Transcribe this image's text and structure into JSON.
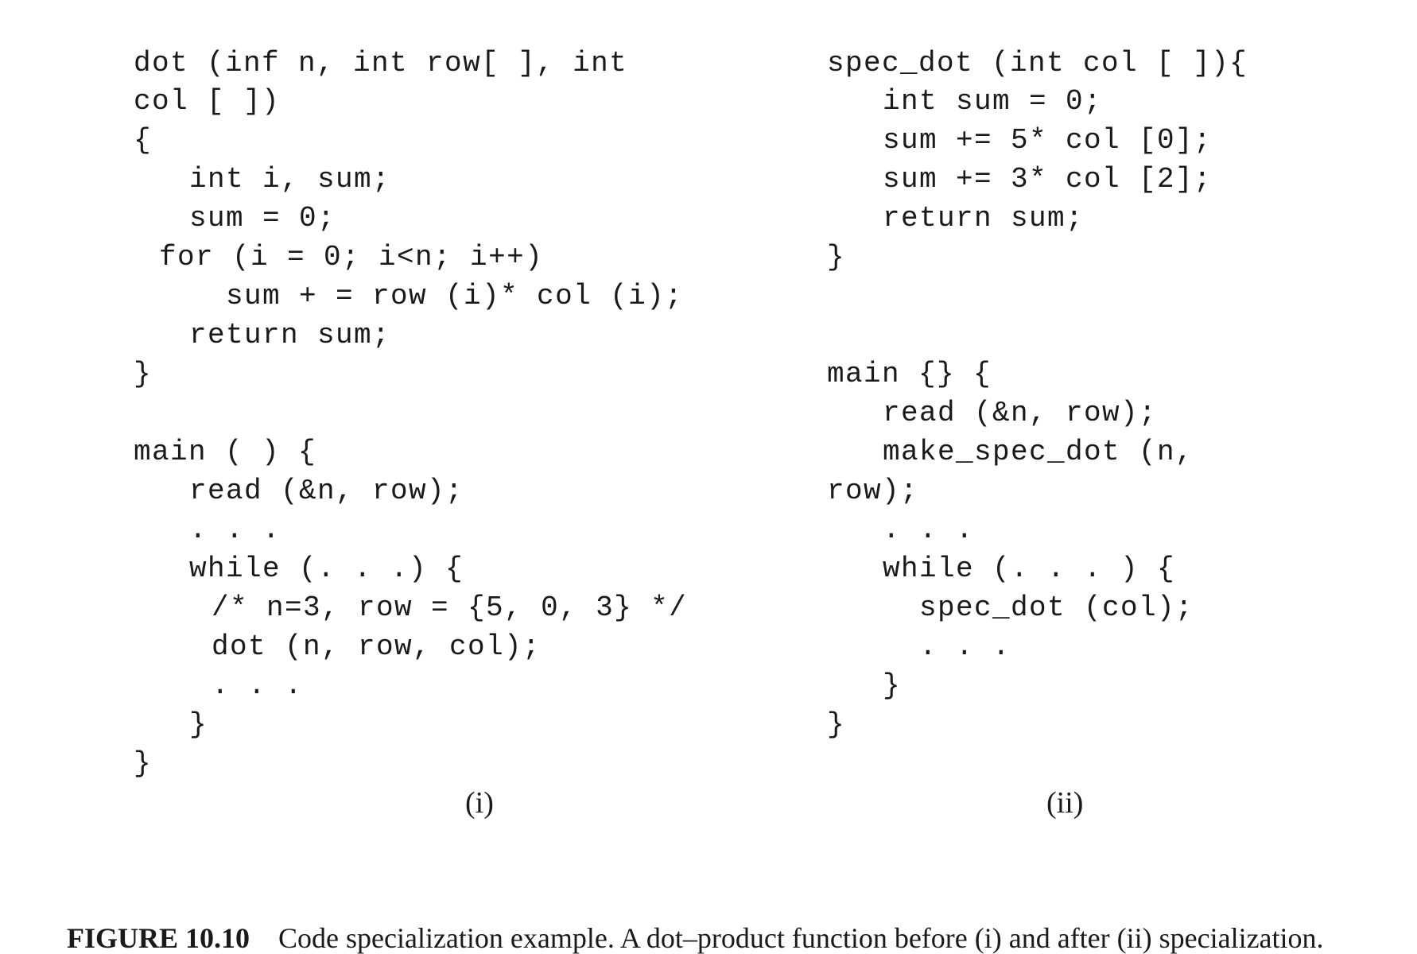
{
  "figure": {
    "panel_i": {
      "label": "(i)",
      "lines": [
        "dot (inf n, int row[ ], int",
        "col [ ])",
        "{",
        "int i, sum;",
        "sum = 0;",
        "for (i = 0; i<n; i++)",
        "sum + = row (i)* col (i);",
        "return sum;",
        "}",
        "main ( ) {",
        "read (&n, row);",
        ". . .",
        "while (. . .) {",
        "/* n=3, row = {5, 0, 3} */",
        "dot (n, row, col);",
        ". . .",
        "}",
        "}"
      ]
    },
    "panel_ii": {
      "label": "(ii)",
      "lines": [
        "spec_dot (int col [ ]){",
        "int sum = 0;",
        "sum += 5* col [0];",
        "sum += 3* col [2];",
        "return sum;",
        "}",
        "main {} {",
        "read (&n, row);",
        "make_spec_dot (n,",
        "row);",
        ". . .",
        "while (. . . ) {",
        "spec_dot (col);",
        ". . .",
        "}",
        "}"
      ]
    },
    "caption": {
      "label": "FIGURE 10.10",
      "text": "Code specialization example. A dot–product function before (i) and after (ii) specialization."
    }
  }
}
